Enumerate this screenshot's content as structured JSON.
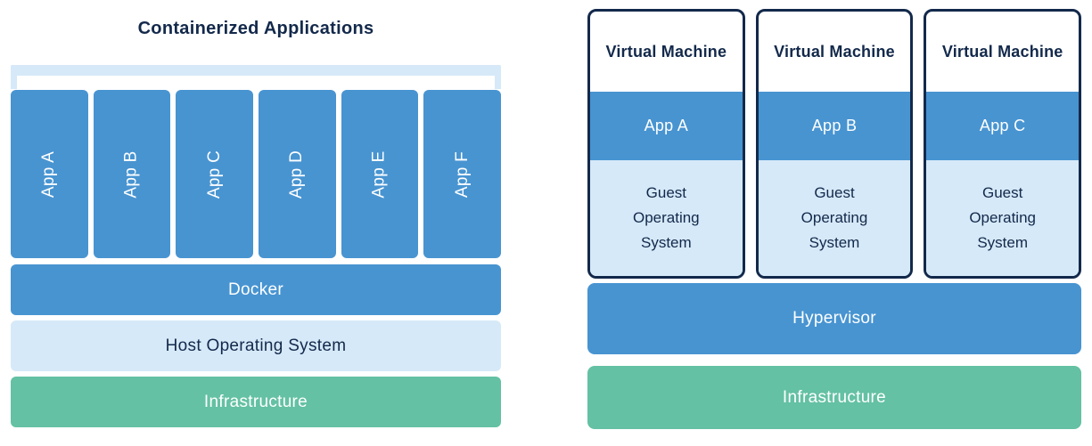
{
  "containers_diagram": {
    "title": "Containerized Applications",
    "apps": [
      {
        "label": "App A"
      },
      {
        "label": "App B"
      },
      {
        "label": "App C"
      },
      {
        "label": "App D"
      },
      {
        "label": "App E"
      },
      {
        "label": "App F"
      }
    ],
    "layers": [
      {
        "label": "Docker"
      },
      {
        "label": "Host Operating System"
      },
      {
        "label": "Infrastructure"
      }
    ]
  },
  "vm_diagram": {
    "machines": [
      {
        "title": "Virtual Machine",
        "app": "App A",
        "os": "Guest Operating System"
      },
      {
        "title": "Virtual Machine",
        "app": "App B",
        "os": "Guest Operating System"
      },
      {
        "title": "Virtual Machine",
        "app": "App C",
        "os": "Guest Operating System"
      }
    ],
    "layers": [
      {
        "label": "Hypervisor"
      },
      {
        "label": "Infrastructure"
      }
    ]
  },
  "colors": {
    "blue": "#4894D1",
    "light_blue": "#D6E9F8",
    "green": "#64C1A3",
    "navy": "#13294B"
  }
}
